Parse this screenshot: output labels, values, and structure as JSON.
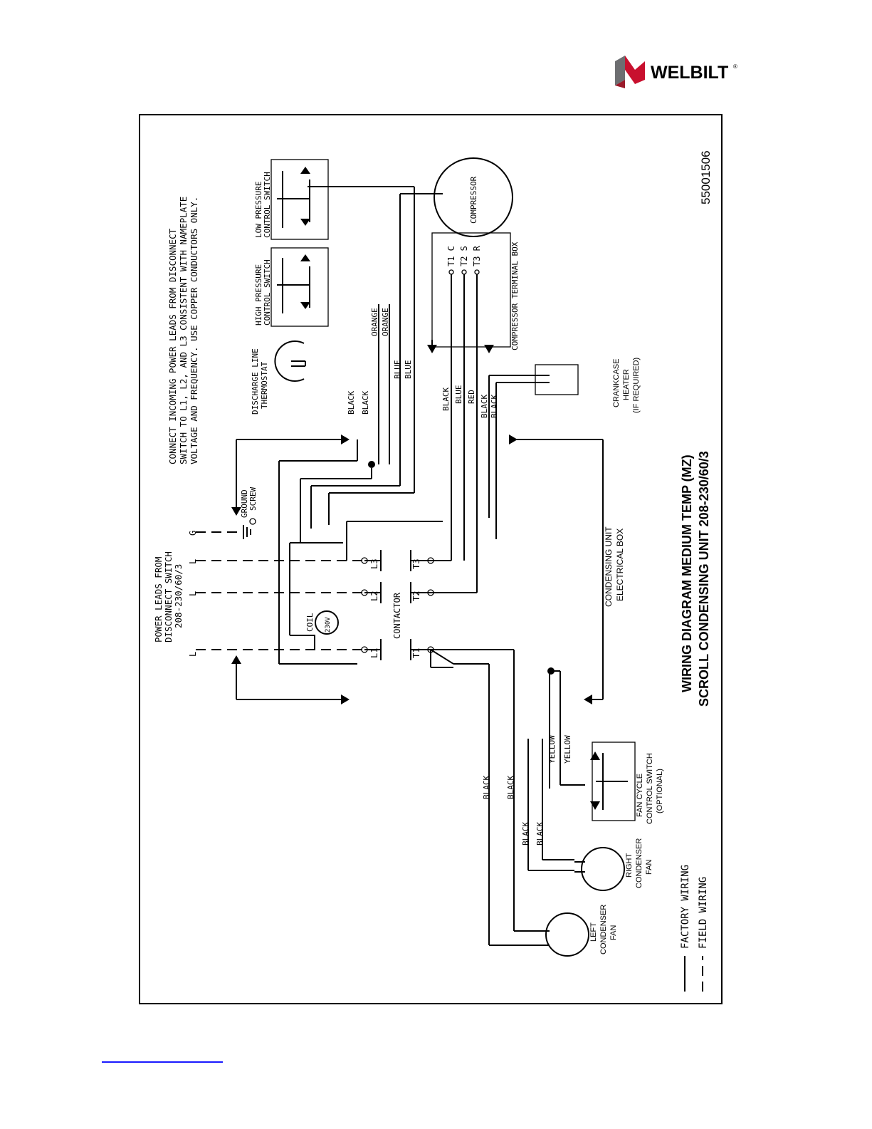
{
  "brand": {
    "name": "WELBILT",
    "reg": "®",
    "colors": {
      "logo_red": "#c8102e",
      "logo_gray": "#6d6e71"
    }
  },
  "diagram": {
    "title": "WIRING DIAGRAM MEDIUM TEMP (MZ)",
    "subtitle": "SCROLL CONDENSING UNIT 208-230/60/3",
    "part_number": "55001506",
    "notes": {
      "line1": "CONNECT INCOMING POWER LEADS FROM DISCONNECT",
      "line2": "SWITCH TO L1, L2, AND L3 CONSISTENT WITH NAMEPLATE",
      "line3": "VOLTAGE AND FREQUENCY. USE COPPER CONDUCTORS ONLY."
    },
    "power_leads": {
      "line1": "POWER LEADS FROM",
      "line2": "DISCONNECT SWITCH",
      "line3": "208-230/60/3"
    },
    "lead_labels": {
      "l1": "L",
      "l2": "L",
      "l3": "L",
      "g": "G"
    },
    "ground": {
      "line1": "GROUND",
      "line2": "SCREW"
    },
    "contactor": {
      "label": "CONTACTOR",
      "l1": "L1",
      "l2": "L2",
      "l3": "L3",
      "t1": "T1",
      "t2": "T2",
      "t3": "T3"
    },
    "coil": {
      "label": "COIL",
      "voltage": "230V"
    },
    "electrical_box": {
      "line1": "CONDENSING UNIT",
      "line2": "ELECTRICAL BOX"
    },
    "components": {
      "discharge_thermostat": {
        "line1": "DISCHARGE LINE",
        "line2": "THERMOSTAT"
      },
      "high_pressure": {
        "line1": "HIGH PRESSURE",
        "line2": "CONTROL SWITCH"
      },
      "low_pressure": {
        "line1": "LOW PRESSURE",
        "line2": "CONTROL SWITCH"
      },
      "compressor": "COMPRESSOR",
      "terminal_box": "COMPRESSOR TERMINAL BOX",
      "terminals": {
        "t1": "T1 C",
        "t2": "T2 S",
        "t3": "T3 R"
      },
      "crankcase": {
        "line1": "CRANKCASE",
        "line2": "HEATER",
        "line3": "(IF REQUIRED)"
      },
      "fan_cycle": {
        "line1": "FAN CYCLE",
        "line2": "CONTROL SWITCH",
        "line3": "(OPTIONAL)"
      },
      "right_fan": {
        "line1": "RIGHT",
        "line2": "CONDENSER",
        "line3": "FAN"
      },
      "left_fan": {
        "line1": "LEFT",
        "line2": "CONDENSER",
        "line3": "FAN"
      }
    },
    "wire_labels": {
      "black_a": "BLACK",
      "black_b": "BLACK",
      "orange_a": "ORANGE",
      "orange_b": "ORANGE",
      "blue_a": "BLUE",
      "blue_b": "BLUE",
      "comp_black": "BLACK",
      "comp_blue": "BLUE",
      "comp_red": "RED",
      "ch_black_a": "BLACK",
      "ch_black_b": "BLACK",
      "yellow_a": "YELLOW",
      "yellow_b": "YELLOW",
      "fan_black_a": "BLACK",
      "fan_black_b": "BLACK",
      "fan_black_c": "BLACK",
      "fan_black_d": "BLACK"
    },
    "legend": {
      "factory": "FACTORY WIRING",
      "field": "FIELD WIRING"
    }
  }
}
